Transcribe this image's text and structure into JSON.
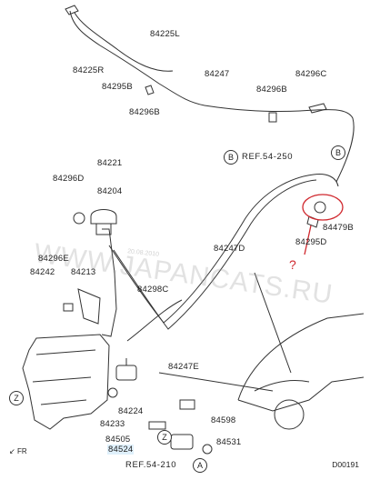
{
  "watermark": "WWW.JAPANCATS.RU",
  "watermark_small": "20.08.2010",
  "diagram_code": "D00191",
  "front_marker": "FR",
  "annotation_mark": "?",
  "refs": {
    "b_label": "B",
    "b_text": "REF.54-250",
    "a_label": "A",
    "a_text": "REF.54-210"
  },
  "markers": {
    "z": "Z",
    "b": "B"
  },
  "parts": {
    "p84225L": "84225L",
    "p84225R": "84225R",
    "p84295B": "84295B",
    "p84296B_a": "84296B",
    "p84247_top": "84247",
    "p84296C": "84296C",
    "p84296B_b": "84296B",
    "p84221": "84221",
    "p84296D": "84296D",
    "p84204": "84204",
    "p84296E": "84296E",
    "p84213": "84213",
    "p84242": "84242",
    "p84479B": "84479B",
    "p84295D": "84295D",
    "p84247D": "84247D",
    "p84298C": "84298C",
    "p84247E": "84247E",
    "p84224": "84224",
    "p84505": "84505",
    "p84233": "84233",
    "p84598": "84598",
    "p84524": "84524",
    "p84531": "84531"
  },
  "colors": {
    "line": "#333333",
    "highlight": "#dff0fb",
    "annotation": "#d0282e"
  }
}
